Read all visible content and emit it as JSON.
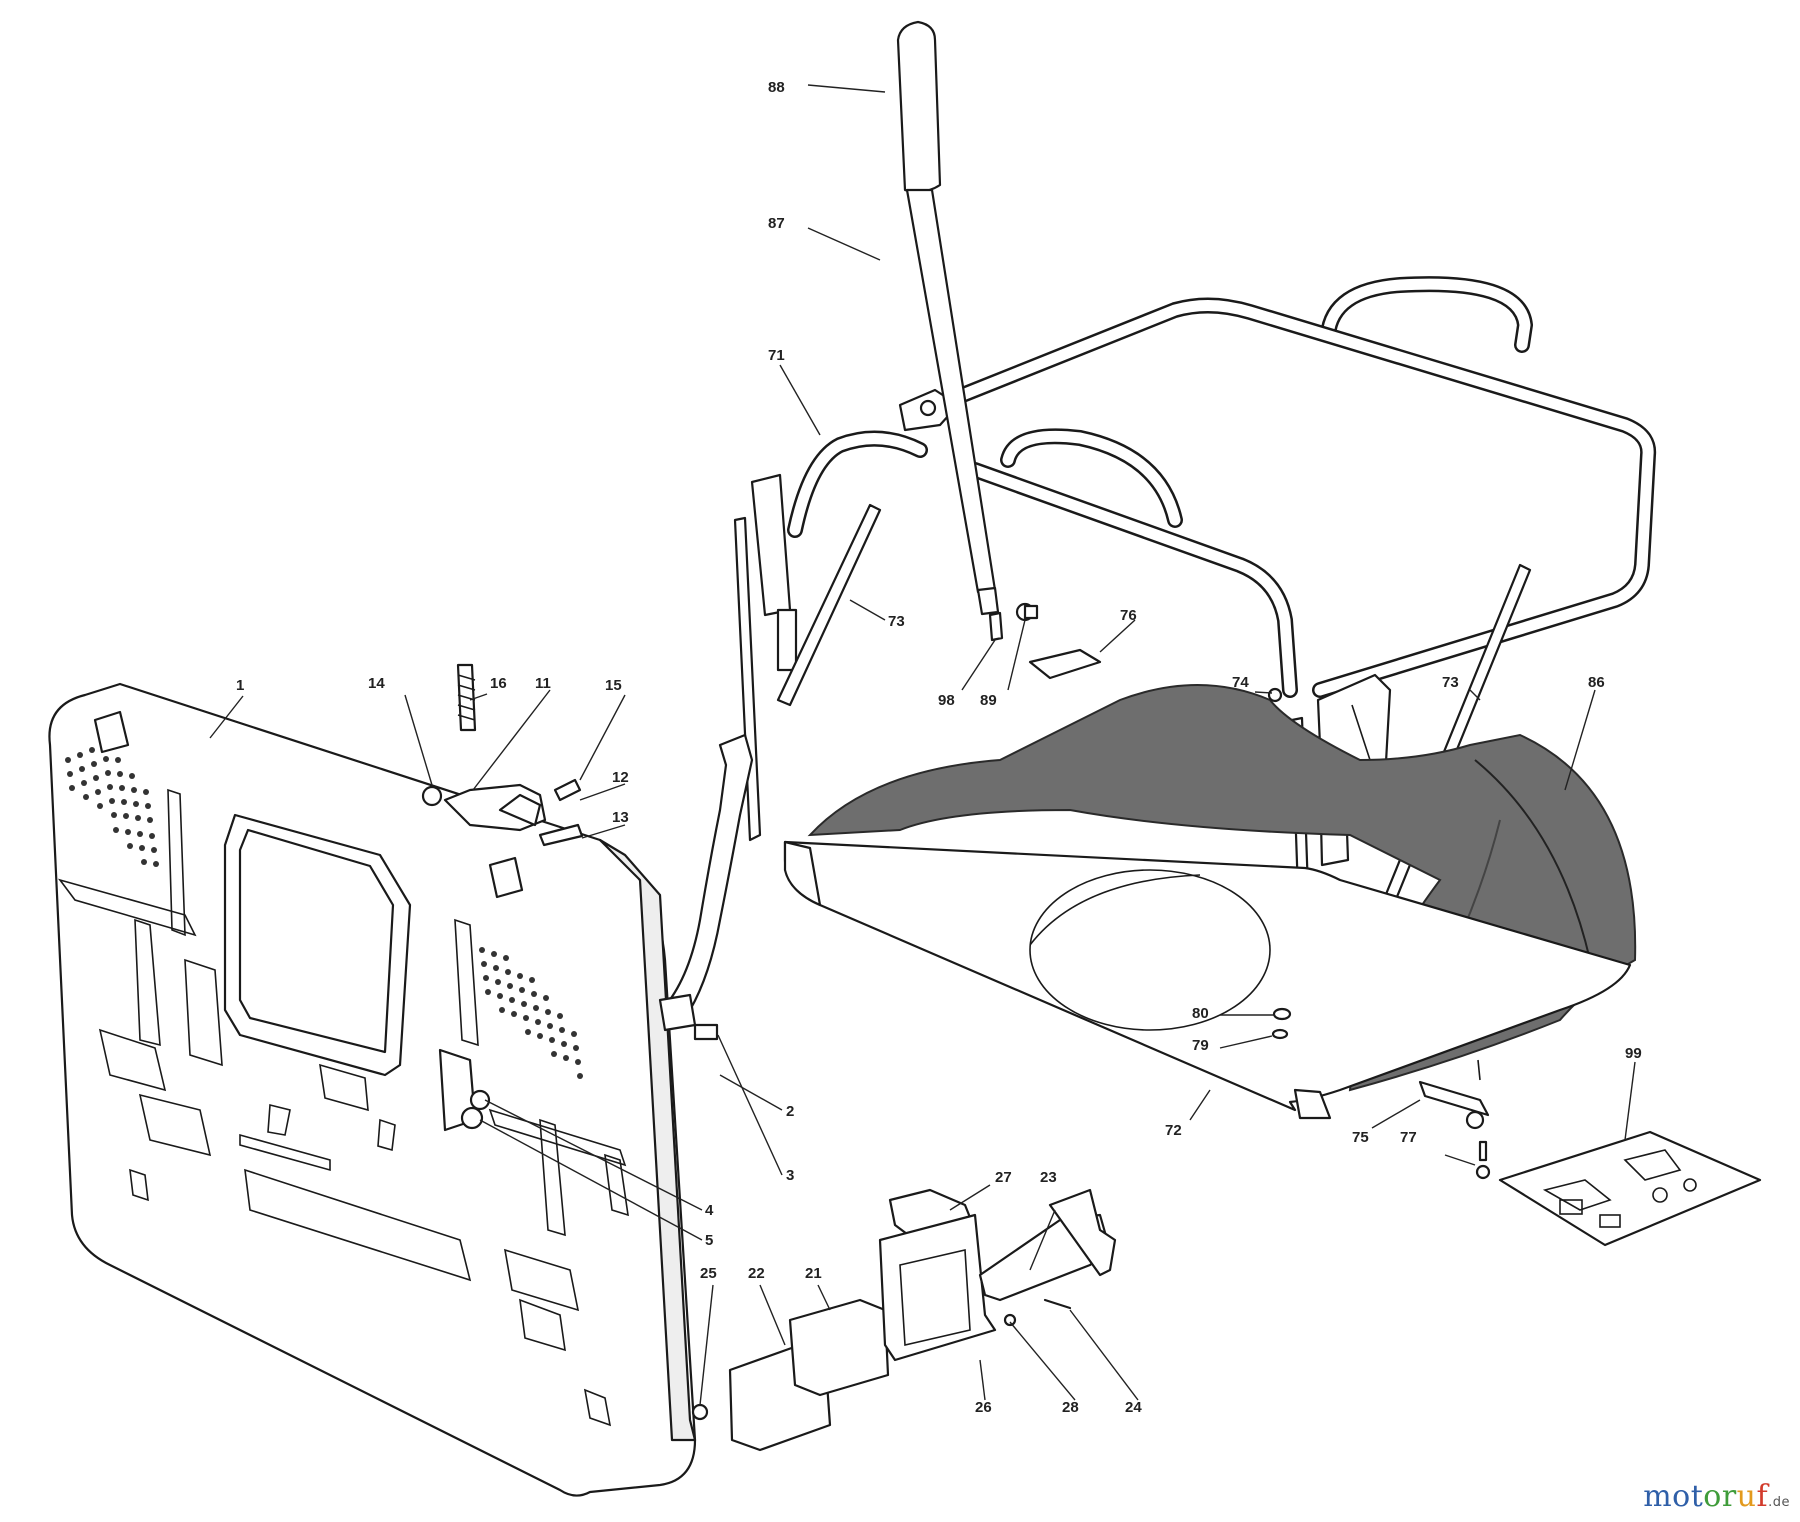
{
  "callouts": [
    {
      "id": "c-88",
      "text": "88"
    },
    {
      "id": "c-87",
      "text": "87"
    },
    {
      "id": "c-71",
      "text": "71"
    },
    {
      "id": "c-73a",
      "text": "73"
    },
    {
      "id": "c-76",
      "text": "76"
    },
    {
      "id": "c-98",
      "text": "98"
    },
    {
      "id": "c-89",
      "text": "89"
    },
    {
      "id": "c-74",
      "text": "74"
    },
    {
      "id": "c-73b",
      "text": "73"
    },
    {
      "id": "c-86",
      "text": "86"
    },
    {
      "id": "c-1",
      "text": "1"
    },
    {
      "id": "c-14",
      "text": "14"
    },
    {
      "id": "c-16",
      "text": "16"
    },
    {
      "id": "c-11",
      "text": "11"
    },
    {
      "id": "c-15",
      "text": "15"
    },
    {
      "id": "c-12",
      "text": "12"
    },
    {
      "id": "c-13",
      "text": "13"
    },
    {
      "id": "c-80",
      "text": "80"
    },
    {
      "id": "c-79",
      "text": "79"
    },
    {
      "id": "c-72",
      "text": "72"
    },
    {
      "id": "c-75",
      "text": "75"
    },
    {
      "id": "c-77",
      "text": "77"
    },
    {
      "id": "c-99",
      "text": "99"
    },
    {
      "id": "c-2",
      "text": "2"
    },
    {
      "id": "c-3",
      "text": "3"
    },
    {
      "id": "c-4",
      "text": "4"
    },
    {
      "id": "c-5",
      "text": "5"
    },
    {
      "id": "c-27",
      "text": "27"
    },
    {
      "id": "c-23",
      "text": "23"
    },
    {
      "id": "c-25",
      "text": "25"
    },
    {
      "id": "c-22",
      "text": "22"
    },
    {
      "id": "c-21",
      "text": "21"
    },
    {
      "id": "c-26",
      "text": "26"
    },
    {
      "id": "c-28",
      "text": "28"
    },
    {
      "id": "c-24",
      "text": "24"
    }
  ],
  "logo": {
    "p1": "mot",
    "p2": "or",
    "p3": "u",
    "p4": "f",
    "tld": ".de"
  },
  "colors": {
    "line": "#1a1a1a",
    "bag_fill": "#6e6e6e"
  }
}
